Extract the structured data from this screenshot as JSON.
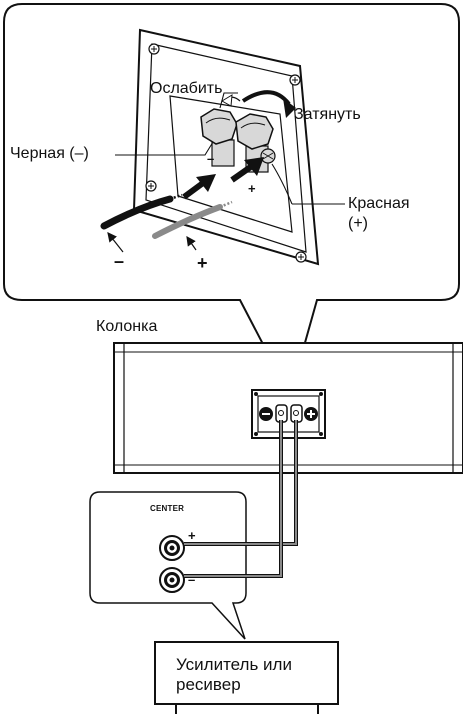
{
  "detail": {
    "loosen_label": "Ослабить",
    "tighten_label": "Затянуть",
    "black_terminal_label": "Черная (–)",
    "red_terminal_label_line1": "Красная",
    "red_terminal_label_line2": "(+)",
    "wire_minus_sign": "–",
    "wire_plus_sign": "+",
    "terminal_minus_sign": "–",
    "terminal_plus_sign": "+"
  },
  "speaker": {
    "label": "Колонка"
  },
  "amplifier_panel": {
    "channel_label": "CENTER",
    "plus_sign": "+",
    "minus_sign": "–"
  },
  "amplifier": {
    "label": "Усилитель или ресивер"
  },
  "colors": {
    "line": "#111111",
    "wire_grey": "#8a8a8a",
    "terminal_grey": "#d8d8d8",
    "arrow_dark": "#111111"
  }
}
